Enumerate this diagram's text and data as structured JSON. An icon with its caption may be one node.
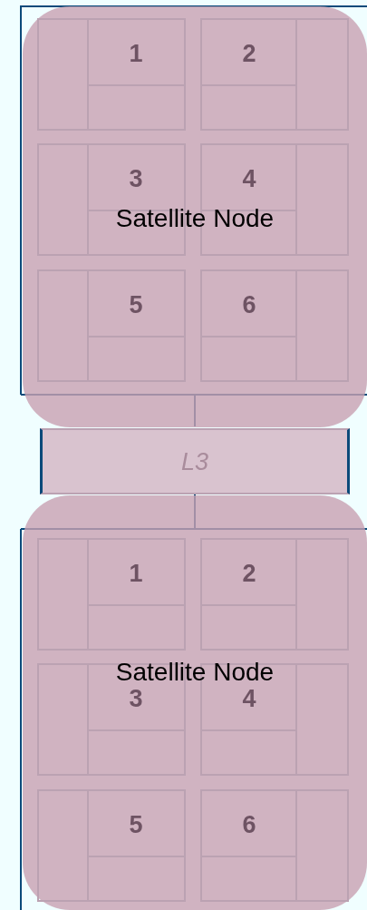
{
  "diagram": {
    "nodes": [
      {
        "text": [
          "Satellite Node"
        ]
      },
      {
        "text": [
          "1"
        ],
        "in": 0
      },
      {
        "text": [
          "2"
        ],
        "in": 0
      },
      {
        "text": [
          "3"
        ],
        "in": 0
      },
      {
        "text": [
          "4"
        ],
        "in": 0
      },
      {
        "text": [
          "5"
        ],
        "in": 0
      },
      {
        "text": [
          "6"
        ],
        "in": 0
      },
      {
        "text": [
          "L3"
        ]
      },
      {
        "text": [
          "Satellite Node"
        ]
      },
      {
        "text": [
          "1"
        ],
        "in": 8
      },
      {
        "text": [
          "2"
        ],
        "in": 8
      },
      {
        "text": [
          "3"
        ],
        "in": 8
      },
      {
        "text": [
          "4"
        ],
        "in": 8
      },
      {
        "text": [
          "5"
        ],
        "in": 8
      },
      {
        "text": [
          "6"
        ],
        "in": 8
      }
    ]
  }
}
